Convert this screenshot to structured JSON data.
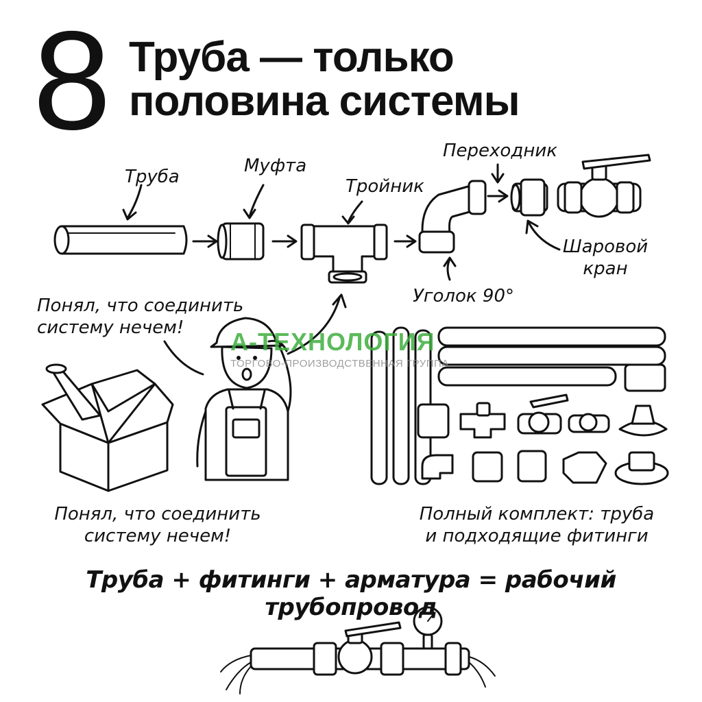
{
  "header": {
    "number": "8",
    "title_line1": "Труба — только",
    "title_line2": "половина системы"
  },
  "labels": {
    "pipe": "Труба",
    "coupling": "Муфта",
    "tee": "Тройник",
    "adapter": "Переходник",
    "ball_valve_1": "Шаровой",
    "ball_valve_2": "кран",
    "elbow": "Уголок 90°"
  },
  "speech": {
    "line1": "Понял, что соединить",
    "line2": "систему нечем!"
  },
  "box_caption": {
    "line1": "Понял, что соединить",
    "line2": "систему нечем!"
  },
  "kit_caption": {
    "line1": "Полный комплект: труба",
    "line2": "и подходящие фитинги"
  },
  "formula": "Труба + фитинги + арматура = рабочий трубопровод",
  "watermark": {
    "brand": "А-ТЕХНОЛОГИЯ",
    "tagline": "ТОРГОВО-ПРОИЗВОДСТВЕННАЯ ГРУППА",
    "color": "#3fae3f"
  }
}
